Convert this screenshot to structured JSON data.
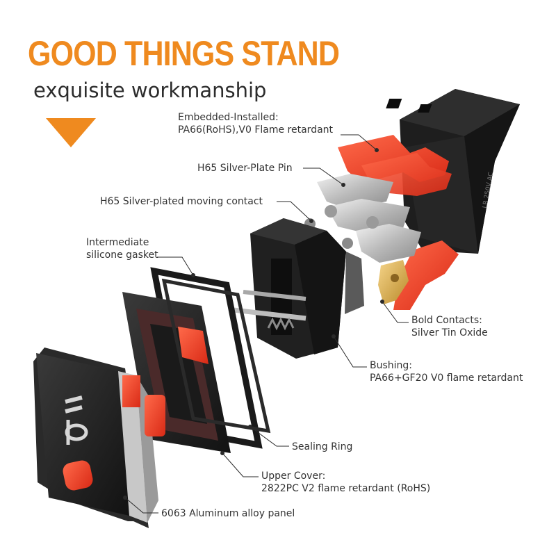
{
  "headline": "GOOD THINGS STAND",
  "subheadline": "exquisite workmanship",
  "colors": {
    "accent": "#ef8a1f",
    "plastic": "#1c1c1c",
    "red_part": "#ee3a24",
    "silver": "#c9c9c9",
    "text": "#333333"
  },
  "icons": [
    "down-triangle-icon",
    "power-on-glyph",
    "power-off-glyph"
  ],
  "callouts": {
    "embedded": {
      "line1": "Embedded-Installed:",
      "line2": "PA66(RoHS),V0 Flame retardant"
    },
    "pin": {
      "line1": "H65 Silver-Plate Pin"
    },
    "moving_contact": {
      "line1": "H65 Silver-plated moving contact"
    },
    "gasket": {
      "line1": "Intermediate",
      "line2": "silicone gasket"
    },
    "bold_contacts": {
      "line1": "Bold Contacts:",
      "line2": "Silver Tin Oxide"
    },
    "bushing": {
      "line1": "Bushing:",
      "line2": "PA66+GF20 V0 flame retardant"
    },
    "sealing_ring": {
      "line1": "Sealing Ring"
    },
    "upper_cover": {
      "line1": "Upper Cover:",
      "line2": "2822PC V2 flame retardant (RoHS)"
    },
    "panel": {
      "line1": "6063 Aluminum alloy panel"
    }
  }
}
